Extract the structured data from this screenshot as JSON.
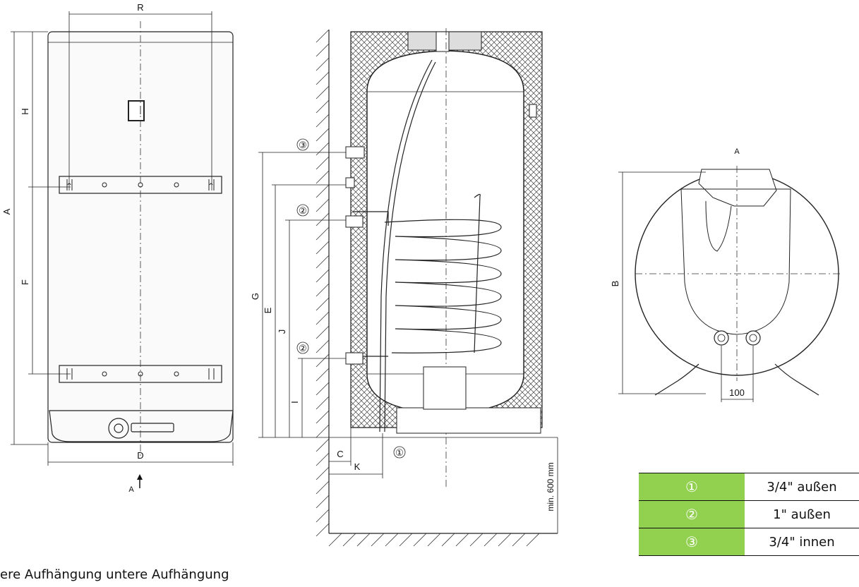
{
  "front_view": {
    "labels": {
      "R": "R",
      "H": "H",
      "A": "A",
      "F": "F",
      "D": "D",
      "view_arrow": "A"
    }
  },
  "side_view": {
    "labels": {
      "G": "G",
      "E": "E",
      "J": "J",
      "I": "I",
      "C": "C",
      "K": "K",
      "min_clearance": "min. 600 mm",
      "n1": "①",
      "n2a": "②",
      "n2b": "②",
      "n3": "③"
    }
  },
  "bottom_view": {
    "labels": {
      "A": "A",
      "B": "B",
      "spacing": "100"
    }
  },
  "legend": [
    {
      "symbol": "①",
      "value": "3/4\" außen"
    },
    {
      "symbol": "②",
      "value": "1\" außen"
    },
    {
      "symbol": "③",
      "value": "3/4\" innen"
    }
  ],
  "caption": "ere Aufhängung   untere Aufhängung",
  "colors": {
    "legend_green": "#92d050",
    "hatch": "#333333"
  }
}
